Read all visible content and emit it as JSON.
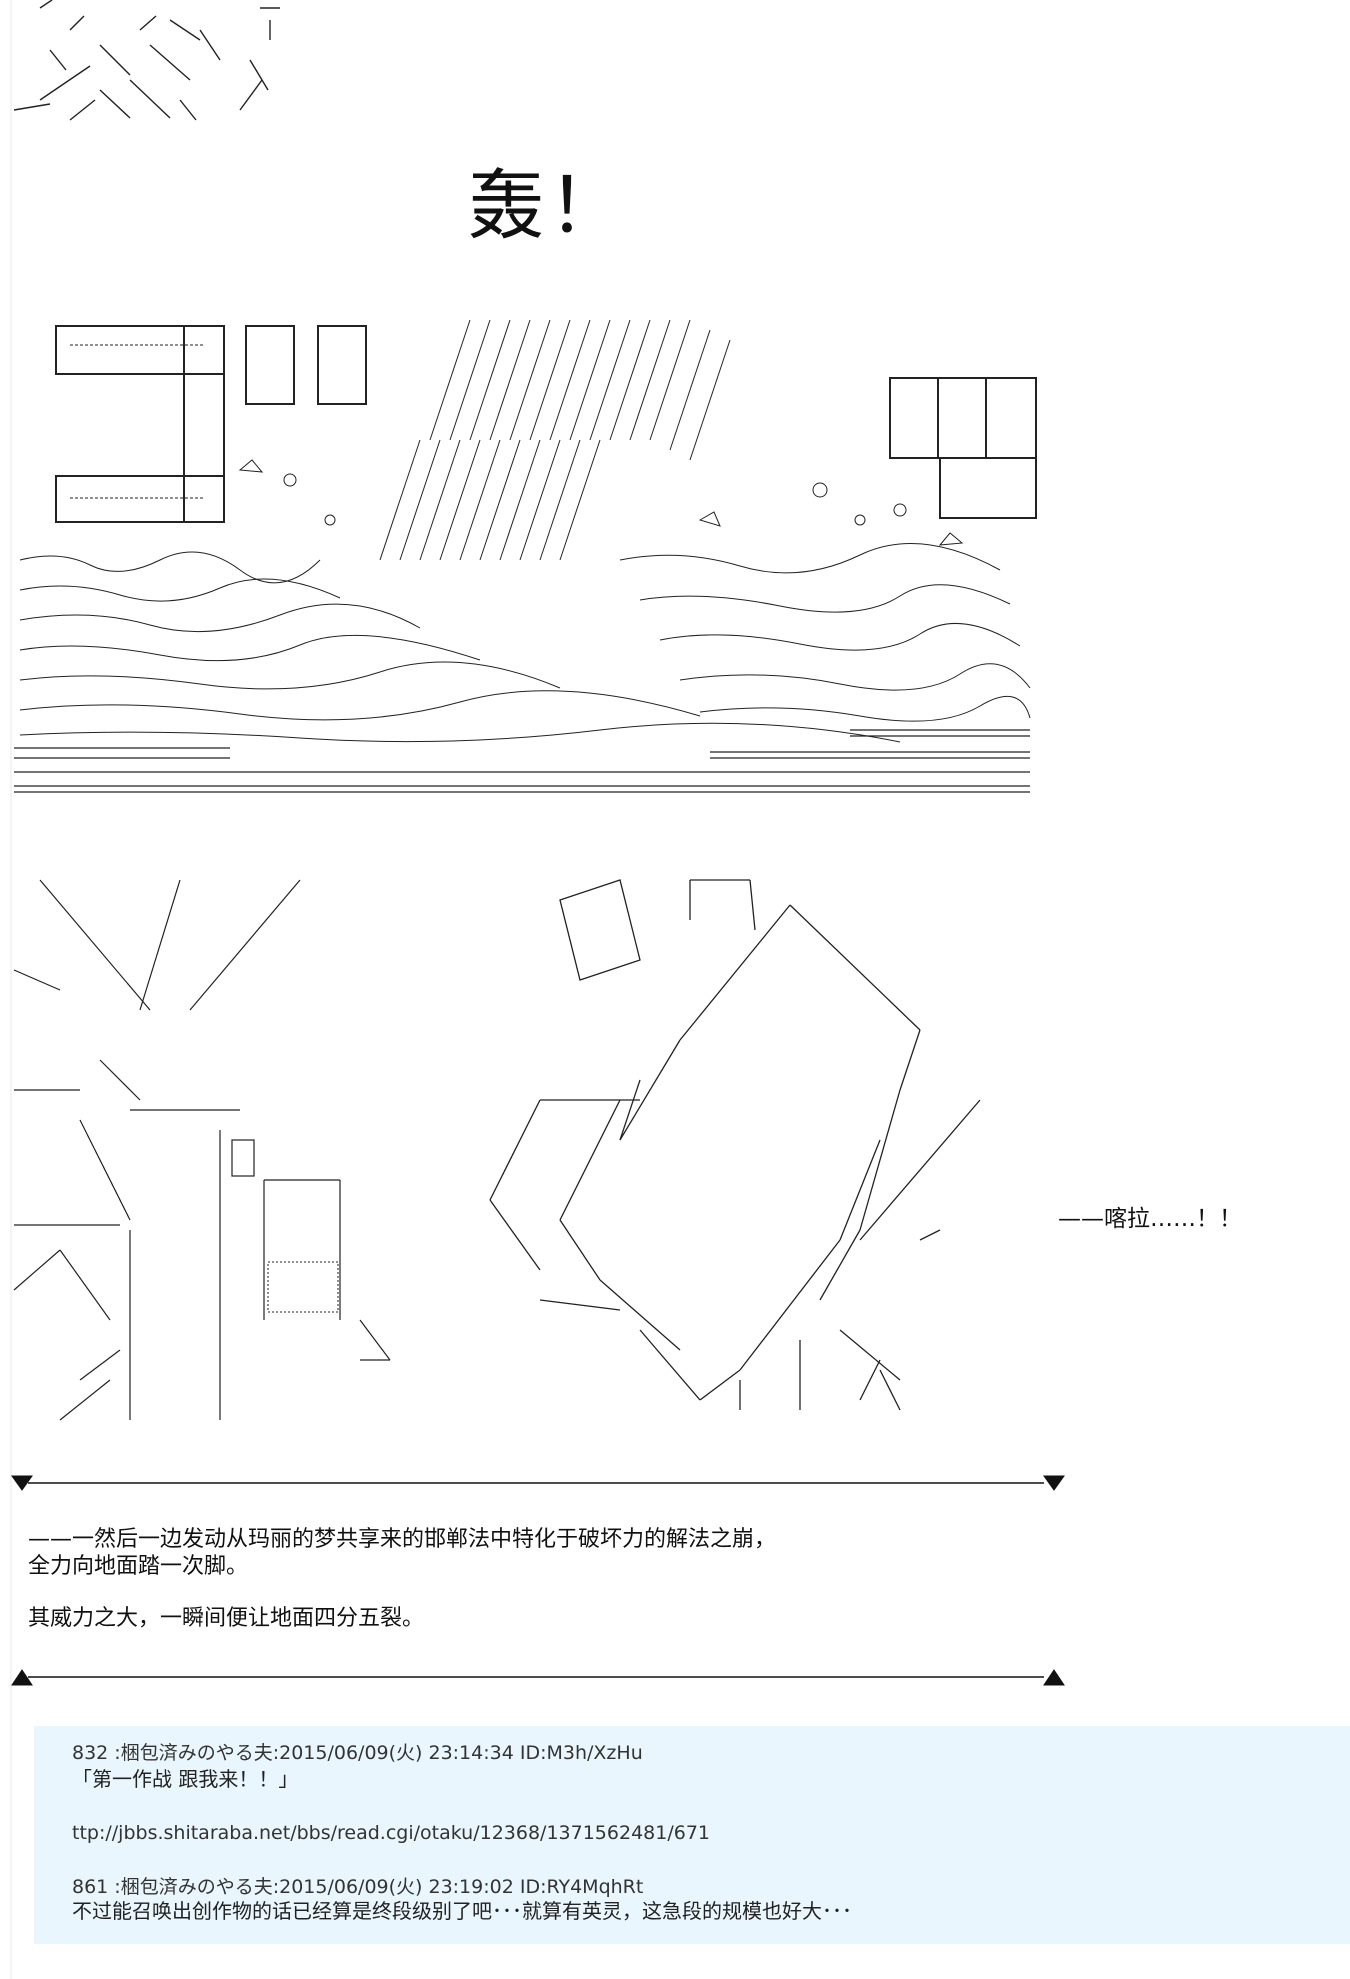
{
  "sfx": {
    "main": "轰！",
    "side": "——喀拉……！！"
  },
  "narration": {
    "line1": "——一然后一边发动从玛丽的梦共享来的邯郸法中特化于破坏力的解法之崩，",
    "line2": "全力向地面踏一次脚。",
    "line3": "其威力之大，一瞬间便让地面四分五裂。"
  },
  "comments": {
    "c1_header": "832 :梱包済みのやる夫:2015/06/09(火) 23:14:34 ID:M3h/XzHu",
    "c1_body": "「第一作战  跟我来！！」",
    "url": "ttp://jbbs.shitaraba.net/bbs/read.cgi/otaku/12368/1371562481/671",
    "c2_header": "861 :梱包済みのやる夫:2015/06/09(火) 23:19:02 ID:RY4MqhRt",
    "c2_body": "不过能召唤出创作物的话已经算是终段级别了吧･･･就算有英灵，这急段的规模也好大･･･"
  },
  "colors": {
    "background": "#ffffff",
    "ink": "#111111",
    "comment_bg": "#eaf6fd"
  }
}
